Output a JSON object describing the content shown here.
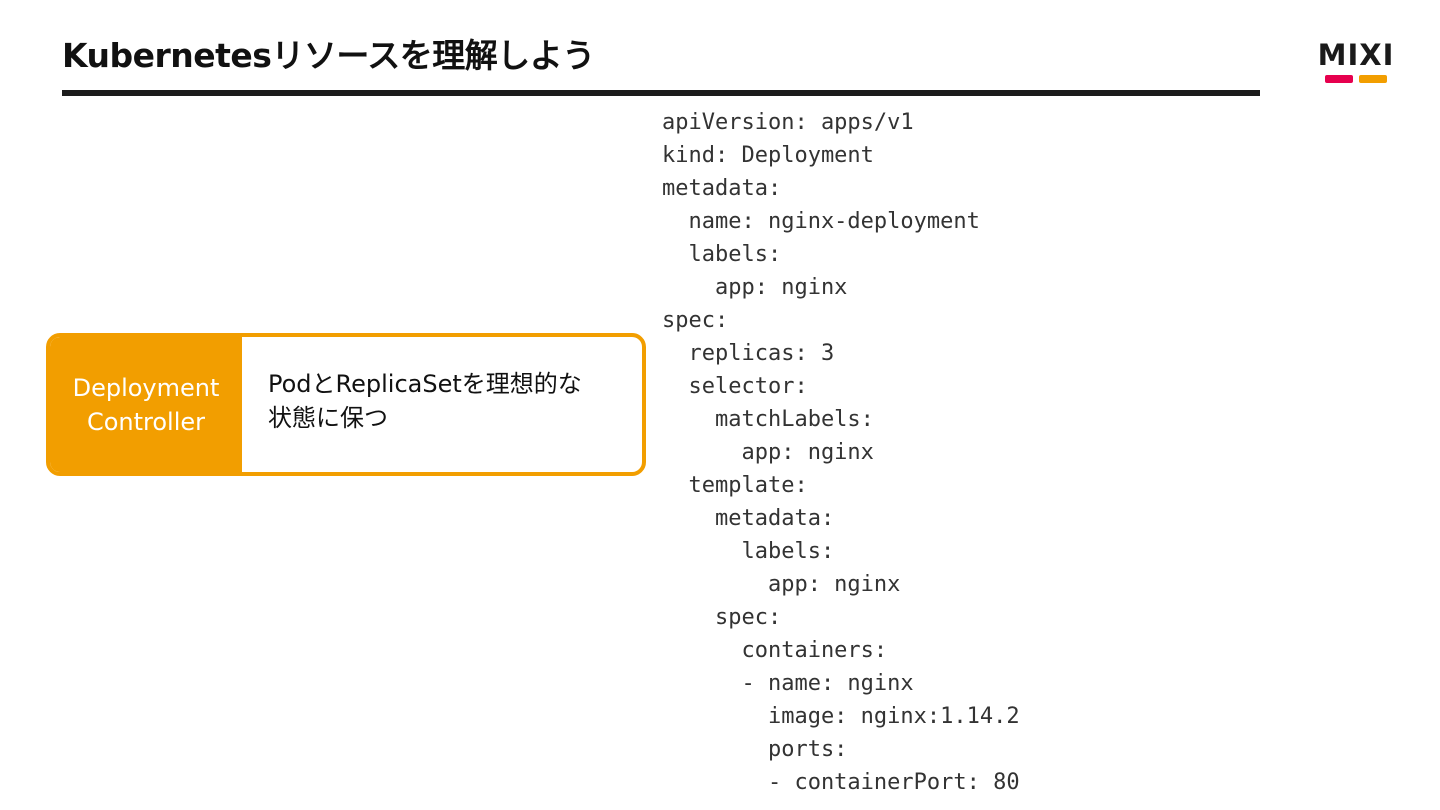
{
  "slide": {
    "title": "Kubernetesリソースを理解しよう"
  },
  "logo": {
    "text": "MIXI",
    "bar_left_color": "#E6004E",
    "bar_right_color": "#F29E00"
  },
  "component_card": {
    "label_line1": "Deployment",
    "label_line2": "Controller",
    "description_line1": "PodとReplicaSetを理想的な",
    "description_line2": "状態に保つ",
    "accent_color": "#F29E00"
  },
  "yaml": {
    "lines": [
      "apiVersion: apps/v1",
      "kind: Deployment",
      "metadata:",
      "  name: nginx-deployment",
      "  labels:",
      "    app: nginx",
      "spec:",
      "  replicas: 3",
      "  selector:",
      "    matchLabels:",
      "      app: nginx",
      "  template:",
      "    metadata:",
      "      labels:",
      "        app: nginx",
      "    spec:",
      "      containers:",
      "      - name: nginx",
      "        image: nginx:1.14.2",
      "        ports:",
      "        - containerPort: 80"
    ]
  }
}
